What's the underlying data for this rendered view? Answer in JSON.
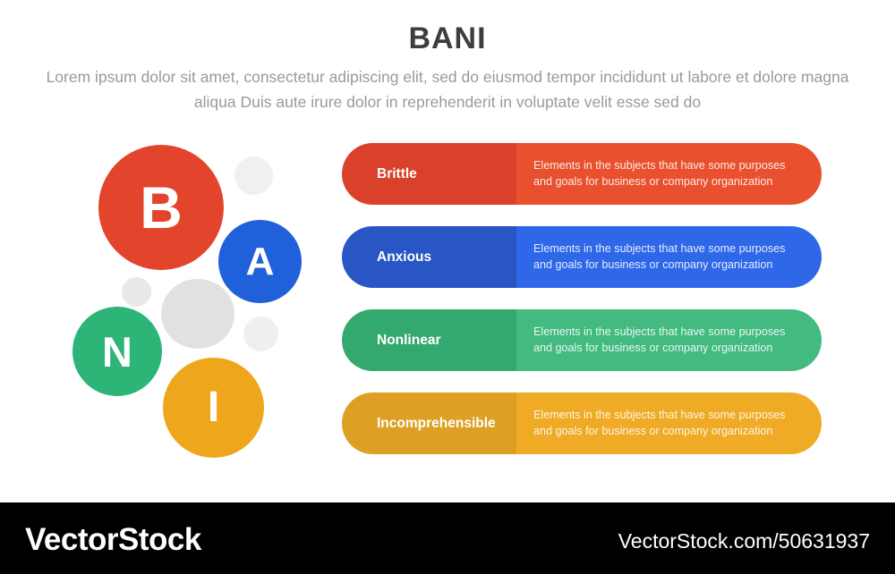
{
  "header": {
    "title": "BANI",
    "subtitle": "Lorem ipsum dolor sit amet, consectetur adipiscing elit, sed do eiusmod tempor incididunt ut labore et dolore magna aliqua Duis aute irure dolor in reprehenderit in voluptate velit esse sed do"
  },
  "cluster": {
    "circles": [
      {
        "letter": "B",
        "color": "#E2452C",
        "name": "brittle"
      },
      {
        "letter": "A",
        "color": "#2160DB",
        "name": "anxious"
      },
      {
        "letter": "N",
        "color": "#2CB576",
        "name": "nonlinear"
      },
      {
        "letter": "I",
        "color": "#EEA71C",
        "name": "incomprehensible"
      }
    ]
  },
  "bars": [
    {
      "label": "Brittle",
      "desc_line1": "Elements in the subjects that have  some purposes",
      "desc_line2": "and goals for business or company organization",
      "label_color": "#D9412A",
      "desc_color": "#E8502E"
    },
    {
      "label": "Anxious",
      "desc_line1": "Elements in the subjects that have  some purposes",
      "desc_line2": "and goals for business or company organization",
      "label_color": "#2A55C4",
      "desc_color": "#2E67E8"
    },
    {
      "label": "Nonlinear",
      "desc_line1": "Elements in the subjects that have  some purposes",
      "desc_line2": "and goals for business or company organization",
      "label_color": "#34A96F",
      "desc_color": "#43BA80"
    },
    {
      "label": "Incomprehensible",
      "desc_line1": "Elements in the subjects that have  some purposes",
      "desc_line2": "and goals for business or company organization",
      "label_color": "#DDA024",
      "desc_color": "#EFAB26"
    }
  ],
  "footer": {
    "brand": "VectorStock",
    "url": "VectorStock.com/50631937"
  }
}
